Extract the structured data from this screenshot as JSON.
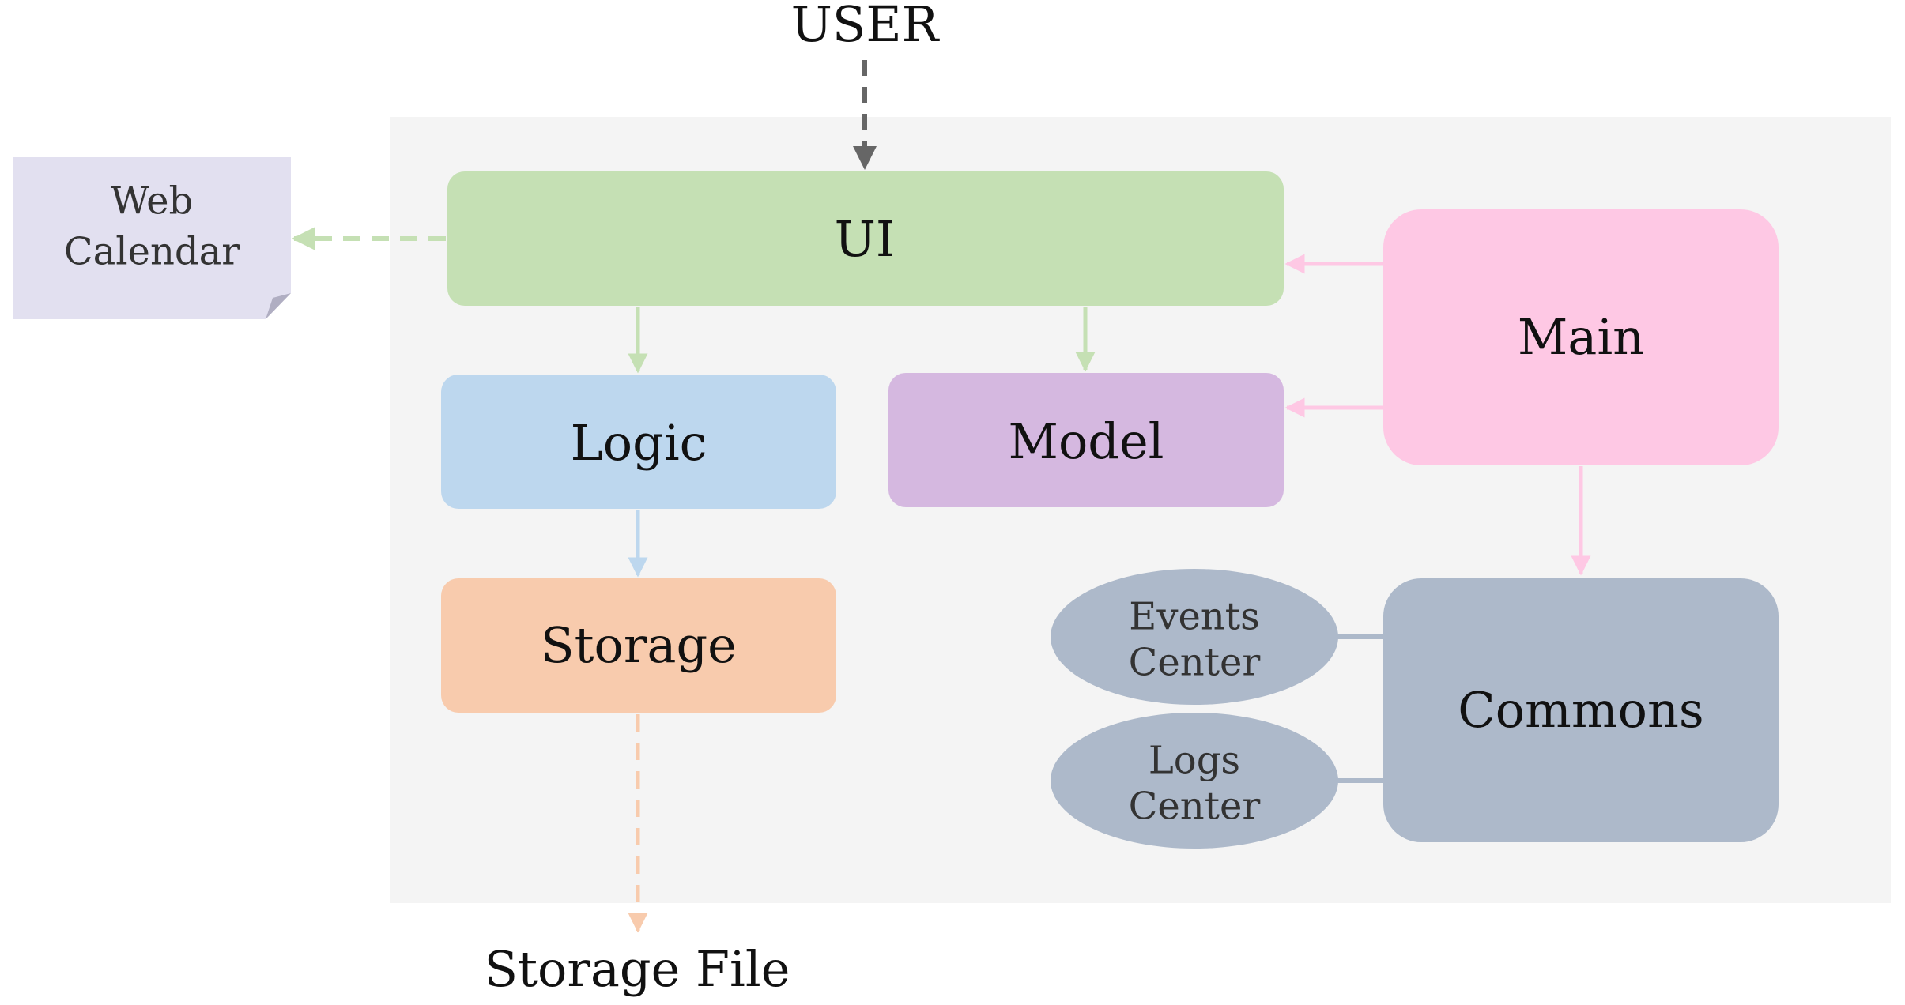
{
  "labels": {
    "user": "USER",
    "ui": "UI",
    "logic": "Logic",
    "model": "Model",
    "storage": "Storage",
    "main": "Main",
    "commons": "Commons",
    "web_calendar": [
      "Web",
      "Calendar"
    ],
    "events_center": [
      "Events",
      "Center"
    ],
    "logs_center": [
      "Logs",
      "Center"
    ],
    "storage_file": "Storage File"
  },
  "colors": {
    "container": "#f4f4f4",
    "ui": "#c5e0b4",
    "logic": "#bdd7ee",
    "model": "#d5b8e0",
    "storage": "#f8cbad",
    "main": "#fec8e4",
    "commons": "#adb9ca",
    "web_calendar": "#e2e0f0",
    "user_arrow": "#666666"
  }
}
